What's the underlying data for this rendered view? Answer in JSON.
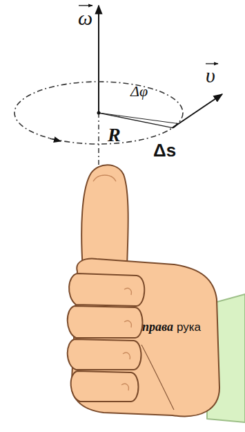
{
  "diagram": {
    "labels": [
      "ω",
      "υ",
      "Δφ",
      "R",
      "Δs",
      "права",
      "рука"
    ]
  }
}
